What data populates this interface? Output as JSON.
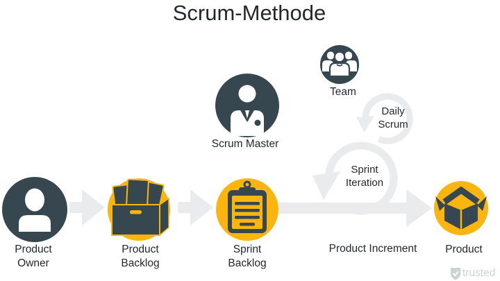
{
  "title": "Scrum-Methode",
  "nodes": {
    "product_owner": {
      "lines": [
        "Product",
        "Owner"
      ],
      "icon": "person-icon"
    },
    "product_backlog": {
      "lines": [
        "Product",
        "Backlog"
      ],
      "icon": "archive-box-icon"
    },
    "sprint_backlog": {
      "lines": [
        "Sprint",
        "Backlog"
      ],
      "icon": "clipboard-icon"
    },
    "product": {
      "lines": [
        "Product"
      ],
      "icon": "open-box-icon"
    },
    "scrum_master": {
      "lines": [
        "Scrum Master"
      ],
      "icon": "person-tie-icon"
    },
    "team": {
      "lines": [
        "Team"
      ],
      "icon": "group-icon"
    }
  },
  "flow": {
    "daily_scrum": {
      "lines": [
        "Daily",
        "Scrum"
      ],
      "icon": "cycle-arrow-icon"
    },
    "sprint_iteration": {
      "lines": [
        "Sprint",
        "Iteration"
      ],
      "icon": "cycle-arrow-icon"
    },
    "product_increment": {
      "lines": [
        "Product Increment"
      ],
      "icon": "arrow-right-icon"
    }
  },
  "watermark": {
    "text": "trusted",
    "icon": "shield-check-icon"
  },
  "colors": {
    "dark_node": "#37474F",
    "accent_yellow": "#FBB510",
    "flow_gray": "#E9EBED",
    "text_dark": "#24282B",
    "watermark_gray": "#CDD2D5",
    "background": "#FFFFFF"
  }
}
